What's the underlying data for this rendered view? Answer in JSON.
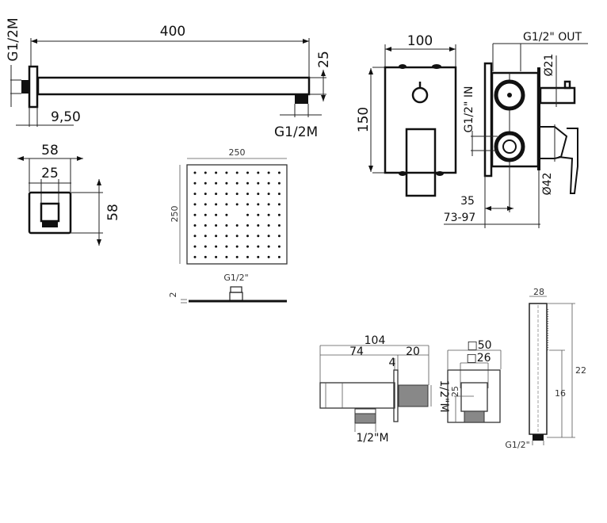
{
  "shower_arm": {
    "length": "400",
    "height": "25",
    "inlet": "G1/2M",
    "flange": "9,50",
    "outlet": "G1/2M"
  },
  "flange": {
    "outer_width": "58",
    "inner_width": "25",
    "height": "58"
  },
  "shower_head": {
    "width": "250",
    "depth": "250",
    "connection": "G1/2\"",
    "thickness": "2"
  },
  "mixer": {
    "width": "100",
    "height": "150",
    "outlet": "G1/2\" OUT",
    "inlet": "G1/2\" IN",
    "knob_dia": "Ø21",
    "handle_dia": "Ø42",
    "offset": "35",
    "depth": "73-97"
  },
  "wall_outlet": {
    "length": "104",
    "body": "74",
    "thread": "20",
    "plate": "4",
    "thread_side": "1/2\"M",
    "outlet_bottom": "1/2\"M",
    "plate_size": "□50",
    "body_size": "□26",
    "height": "25"
  },
  "hand_shower": {
    "width": "28",
    "length": "22",
    "spray": "16",
    "connection": "G1/2\""
  }
}
